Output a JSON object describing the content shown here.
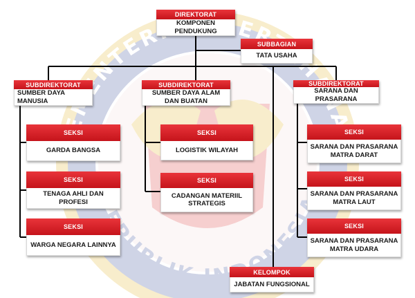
{
  "chart": {
    "nodes": {
      "direktorat": {
        "header": "DIREKTORAT",
        "body": "KOMPONEN PENDUKUNG"
      },
      "subbagian": {
        "header": "SUBBAGIAN",
        "body": "TATA USAHA"
      },
      "subdit_sdm": {
        "header": "SUBDIREKTORAT",
        "body": "SUMBER DAYA MANUSIA"
      },
      "subdit_sda": {
        "header": "SUBDIREKTORAT",
        "body": "SUMBER DAYA ALAM DAN BUATAN"
      },
      "subdit_sarpras": {
        "header": "SUBDIREKTORAT",
        "body": "SARANA DAN PRASARANA"
      },
      "seksi_garda": {
        "header": "SEKSI",
        "body": "GARDA BANGSA"
      },
      "seksi_tenaga": {
        "header": "SEKSI",
        "body": "TENAGA AHLI DAN PROFESI"
      },
      "seksi_warga": {
        "header": "SEKSI",
        "body": "WARGA NEGARA LAINNYA"
      },
      "seksi_logistik": {
        "header": "SEKSI",
        "body": "LOGISTIK WILAYAH"
      },
      "seksi_cadangan": {
        "header": "SEKSI",
        "body": "CADANGAN MATERIIL STRATEGIS"
      },
      "seksi_darat": {
        "header": "SEKSI",
        "body": "SARANA DAN PRASARANA MATRA DARAT"
      },
      "seksi_laut": {
        "header": "SEKSI",
        "body": "SARANA DAN PRASARANA MATRA LAUT"
      },
      "seksi_udara": {
        "header": "SEKSI",
        "body": "SARANA DAN PRASARANA MATRA UDARA"
      },
      "kelompok": {
        "header": "KELOMPOK",
        "body": "JABATAN FUNGSIONAL"
      }
    },
    "watermark": {
      "top_text": "KEMENTERIAN PERTAHANAN",
      "bottom_text": "REPUBLIK INDONESIA"
    }
  },
  "colors": {
    "header_red": "#d3191f",
    "connector": "#000000",
    "watermark_blue": "#2b3f93",
    "watermark_gold": "#e3b21b",
    "watermark_red": "#d92a2a"
  }
}
